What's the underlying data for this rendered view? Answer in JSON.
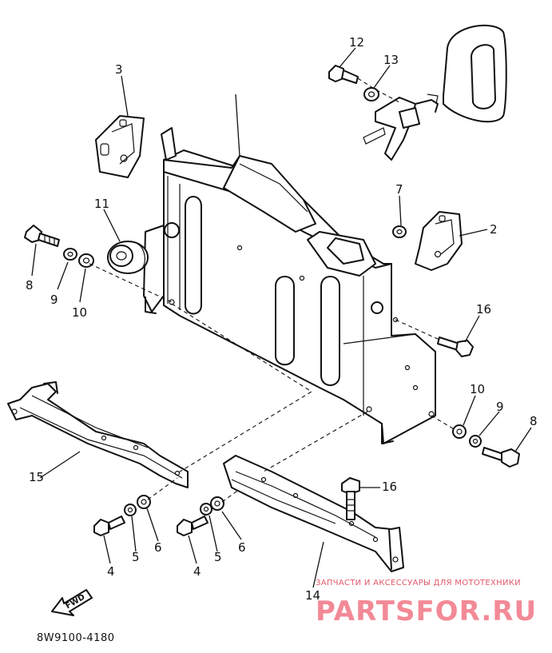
{
  "diagram": {
    "callouts": [
      {
        "id": "c3",
        "text": "3"
      },
      {
        "id": "c11",
        "text": "11"
      },
      {
        "id": "c8a",
        "text": "8"
      },
      {
        "id": "c9a",
        "text": "9"
      },
      {
        "id": "c10a",
        "text": "10"
      },
      {
        "id": "c12",
        "text": "12"
      },
      {
        "id": "c13",
        "text": "13"
      },
      {
        "id": "c7",
        "text": "7"
      },
      {
        "id": "c2",
        "text": "2"
      },
      {
        "id": "c16a",
        "text": "16"
      },
      {
        "id": "c10b",
        "text": "10"
      },
      {
        "id": "c9b",
        "text": "9"
      },
      {
        "id": "c8b",
        "text": "8"
      },
      {
        "id": "c15",
        "text": "15"
      },
      {
        "id": "c16b",
        "text": "16"
      },
      {
        "id": "c4a",
        "text": "4"
      },
      {
        "id": "c5a",
        "text": "5"
      },
      {
        "id": "c6a",
        "text": "6"
      },
      {
        "id": "c4b",
        "text": "4"
      },
      {
        "id": "c5b",
        "text": "5"
      },
      {
        "id": "c6b",
        "text": "6"
      },
      {
        "id": "c14",
        "text": "14"
      }
    ],
    "fwd_label": "FWD",
    "diagram_code": "8W9100-4180"
  },
  "watermark": {
    "tagline": "ЗАПЧАСТИ И АКСЕССУАРЫ ДЛЯ МОТОТЕХНИКИ",
    "brand": "PARTSFOR.RU",
    "color": "#e05a6a"
  }
}
